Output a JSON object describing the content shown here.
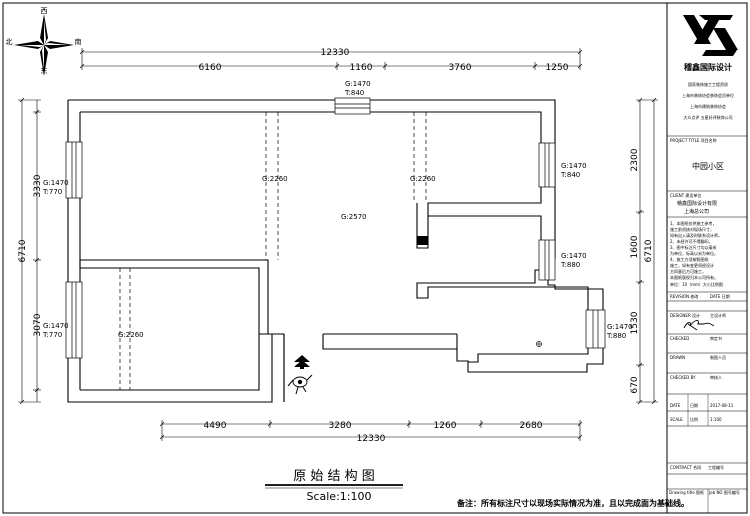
{
  "compass": {
    "n": "北",
    "s": "南",
    "w": "西",
    "e": "东"
  },
  "top_dims": {
    "total": "12330",
    "segments": [
      "6160",
      "1160",
      "3760",
      "1250"
    ]
  },
  "bottom_dims": {
    "total": "12330",
    "segments": [
      "4490",
      "3280",
      "1260",
      "2680"
    ]
  },
  "left_dims": {
    "total": "6710",
    "segments": [
      "3330",
      "3070"
    ]
  },
  "right_dims": {
    "total": "6710",
    "segments": [
      "2300",
      "1600",
      "1530",
      "670"
    ]
  },
  "openings": {
    "top_window_g": "G:1470",
    "top_window_t": "T:840",
    "left_upper_g": "G:1470",
    "left_upper_t": "T:770",
    "left_lower_g": "G:1470",
    "left_lower_t": "T:770",
    "right_upper_g": "G:1470",
    "right_upper_t": "T:840",
    "right_mid_g": "G:1470",
    "right_mid_t": "T:880",
    "right_lower_g": "G:1470",
    "right_lower_t": "T:880"
  },
  "heights": {
    "beam1": "G:2260",
    "beam2": "G:2260",
    "beam3": "G:2260",
    "ceiling": "G:2570"
  },
  "title": {
    "main": "原 始 结 构 图",
    "scale": "Scale:1:100"
  },
  "note": "备注：所有标注尺寸以现场实际情况为准，且以完成面为基础线。",
  "title_block": {
    "brand": "稽鑫国际设计",
    "credits": [
      "国家装饰施工工程资质",
      "上海市装饰协会装饰会员单位",
      "上海市建筑装饰协会",
      "大众点评 五星好评装饰公司"
    ],
    "project_label": "PROJECT TITLE 项目名称",
    "project": "中园小区",
    "client_label": "CLIENT 建设单位",
    "company": "稽鑫国际设计有限",
    "company2": "上海总公司",
    "notes": [
      "1、本图纸仅供施工参考，",
      "施工前须核对现场尺寸，",
      "如有出入请及时联系设计师，",
      "2、未经许可不得翻印。",
      "3、图中标注尺寸均以毫米",
      "为单位，标高以米为单位。",
      "4、施工方须按照图纸",
      "施工，如有变更须经设计",
      "方同意后方可施工，",
      "本图纸版权归本公司所有。",
      "单位：10（mm）大小比例图"
    ],
    "row1_label": "REVISION 修改",
    "row1_val": "DATE 日期",
    "row2_label": "DESIGNER 设计",
    "row2_val": "主设计师",
    "row3_label": "CHECKED",
    "row3_val": "审定书",
    "row4_label": "DRAWN",
    "row4_val": "制图人员",
    "row5_label": "CHECKED BY",
    "row5_val": "审核人",
    "date_label": "DATE",
    "date_val": "日期",
    "date": "2017-08-11",
    "scale_label": "SCALE",
    "scale_val": "比例",
    "scale": "1:100",
    "contract_label": "CONTRACT 合同",
    "contract_val": "工程编号",
    "drawing_label": "Drawing title 图纸",
    "job_label": "Job NO 图号编号"
  }
}
